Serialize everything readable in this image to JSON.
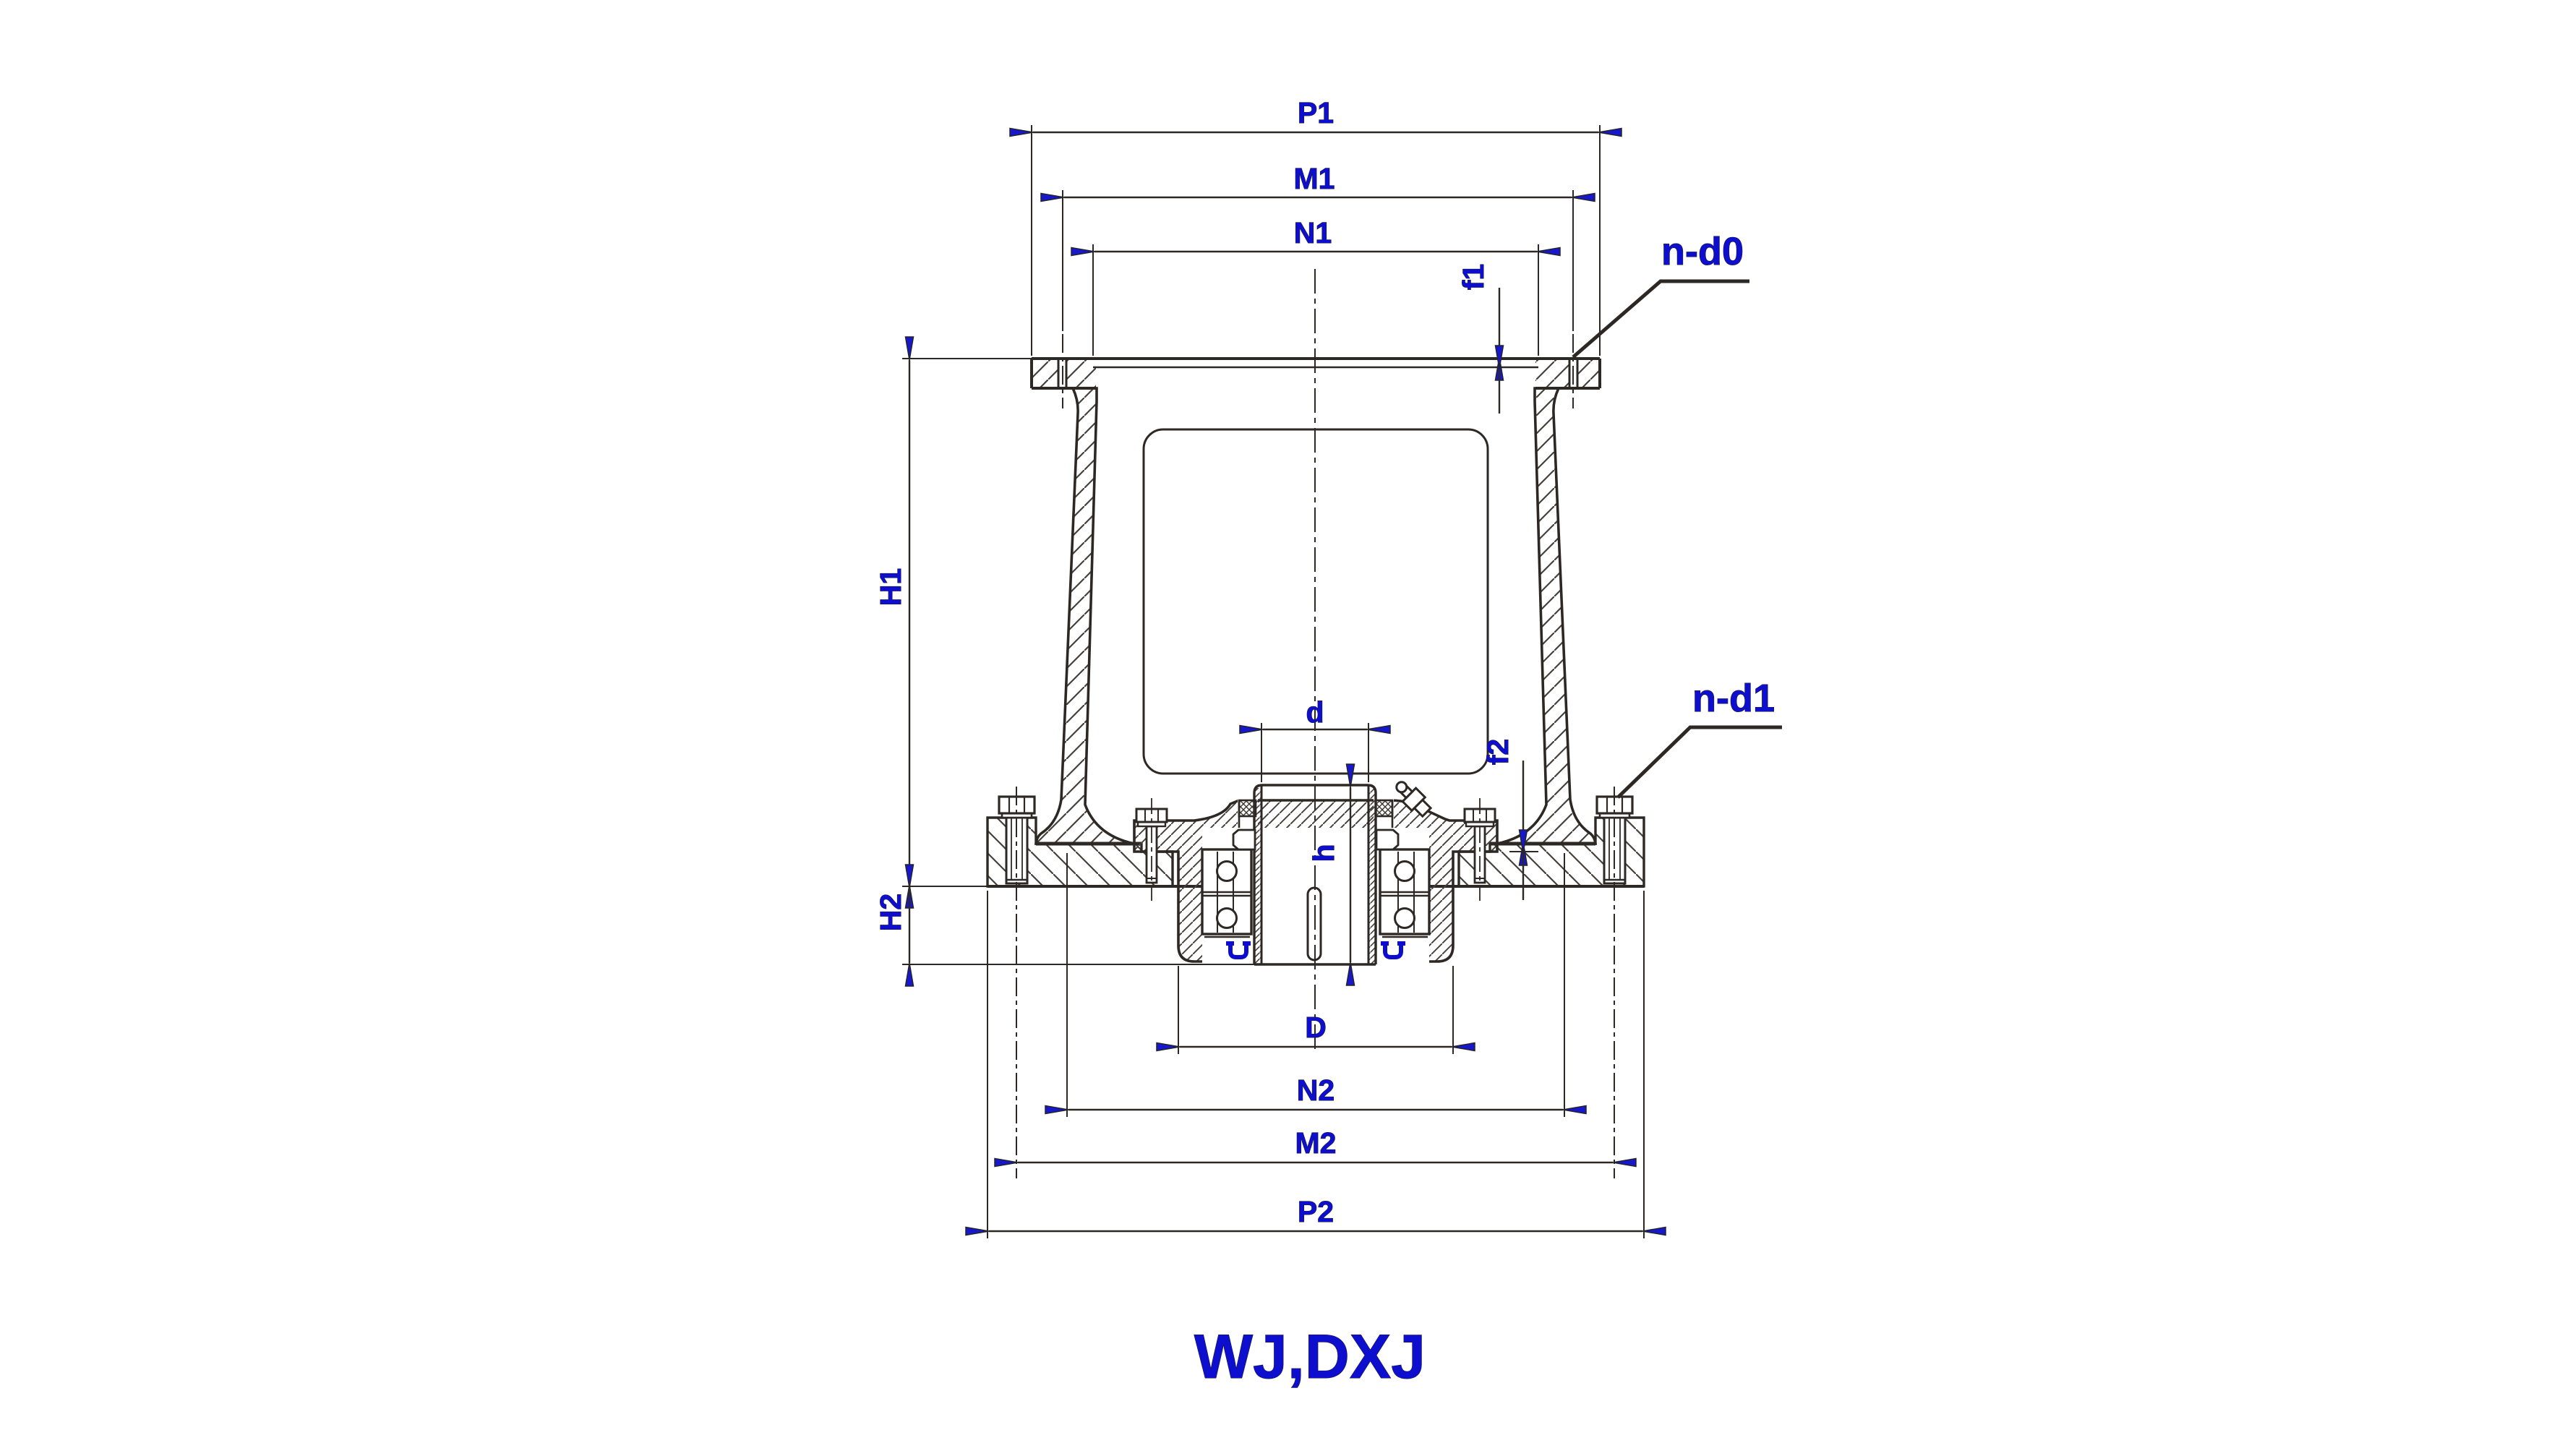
{
  "drawing": {
    "title": "WJ,DXJ",
    "labels": {
      "p1": "P1",
      "m1": "M1",
      "n1": "N1",
      "f1": "f1",
      "nd0": "n-d0",
      "h1": "H1",
      "h2": "H2",
      "d_shaft": "d",
      "h_sleeve": "h",
      "f2": "f2",
      "nd1": "n-d1",
      "d_housing": "D",
      "n2": "N2",
      "m2": "M2",
      "p2": "P2"
    },
    "colors": {
      "line": "#2e2824",
      "hatch": "#45403a",
      "dimension_text": "#0e0ecf",
      "arrow_fill": "#1717cc",
      "clip": "#0d0dd0",
      "background": "#ffffff"
    }
  }
}
